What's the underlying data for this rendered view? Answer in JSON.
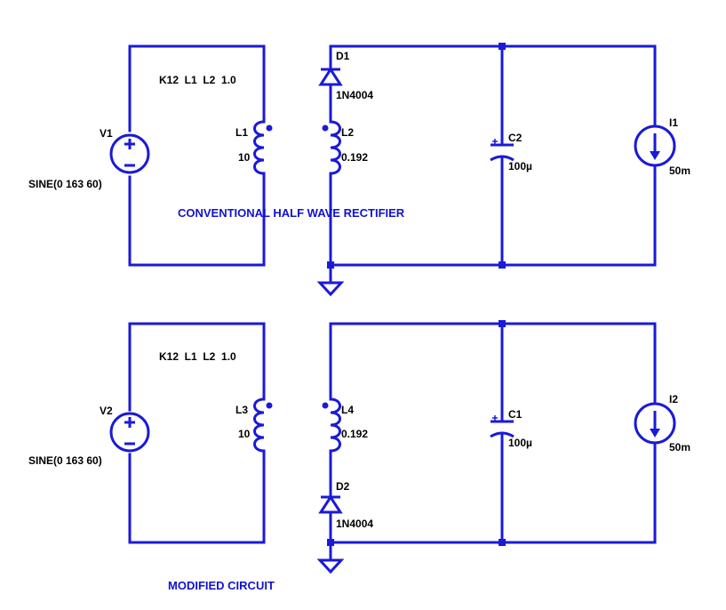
{
  "colors": {
    "wire": "#1a1ad8",
    "label": "#000000",
    "annotation": "#1212d0",
    "background": "#ffffff"
  },
  "top_circuit": {
    "title": "CONVENTIONAL HALF WAVE RECTIFIER",
    "coupling": "K12  L1  L2  1.0",
    "source": {
      "name": "V1",
      "value": "SINE(0 163 60)"
    },
    "primary": {
      "name": "L1",
      "value": "10"
    },
    "secondary": {
      "name": "L2",
      "value": "0.192"
    },
    "diode": {
      "name": "D1",
      "value": "1N4004"
    },
    "capacitor": {
      "name": "C2",
      "value": "100µ"
    },
    "load": {
      "name": "I1",
      "value": "50m"
    }
  },
  "bottom_circuit": {
    "title": "MODIFIED CIRCUIT",
    "coupling": "K12  L1  L2  1.0",
    "source": {
      "name": "V2",
      "value": "SINE(0 163 60)"
    },
    "primary": {
      "name": "L3",
      "value": "10"
    },
    "secondary": {
      "name": "L4",
      "value": "0.192"
    },
    "diode": {
      "name": "D2",
      "value": "1N4004"
    },
    "capacitor": {
      "name": "C1",
      "value": "100µ"
    },
    "load": {
      "name": "I2",
      "value": "50m"
    }
  }
}
